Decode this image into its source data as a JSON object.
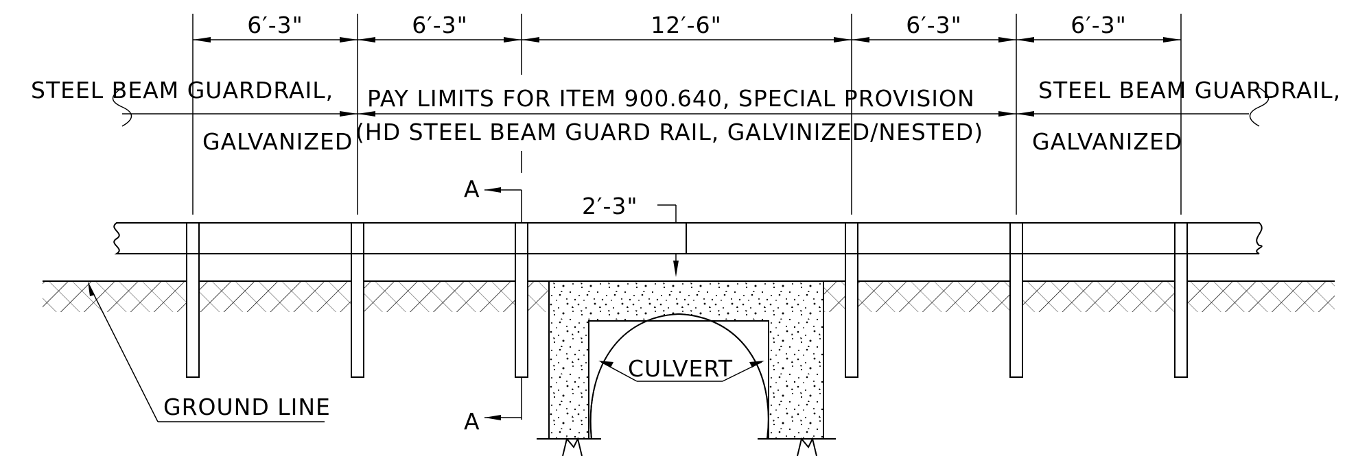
{
  "dimensions": [
    {
      "label": "6′-3\""
    },
    {
      "label": "6′-3\""
    },
    {
      "label": "12′-6\""
    },
    {
      "label": "6′-3\""
    },
    {
      "label": "6′-3\""
    }
  ],
  "left_label": {
    "line1": "STEEL BEAM GUARDRAIL,",
    "line2": "GALVANIZED"
  },
  "right_label": {
    "line1": "STEEL BEAM GUARDRAIL,",
    "line2": "GALVANIZED"
  },
  "pay_limits": {
    "line1": "PAY LIMITS FOR ITEM 900.640, SPECIAL PROVISION",
    "line2": "(HD STEEL BEAM GUARD RAIL, GALVINIZED/NESTED)"
  },
  "section_marks": {
    "top": "A",
    "bottom": "A"
  },
  "offset_dim": "2′-3\"",
  "culvert_label": "CULVERT",
  "ground_label": "GROUND LINE"
}
